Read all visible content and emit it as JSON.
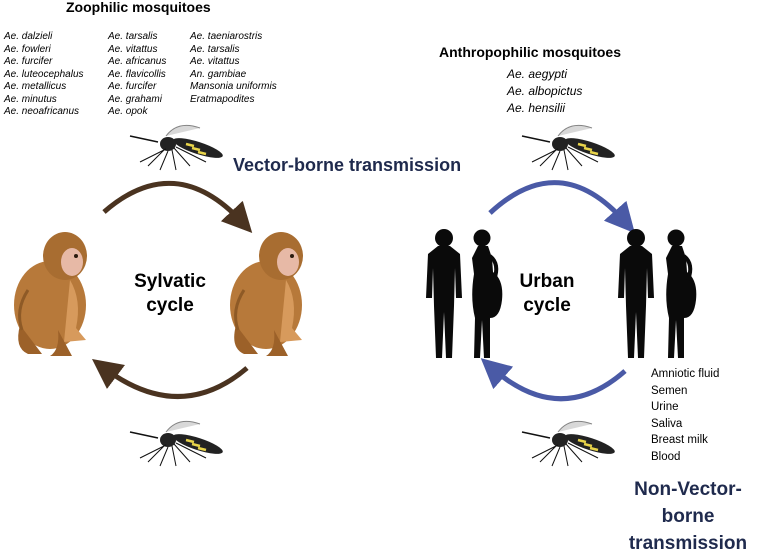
{
  "zoophilic": {
    "title": "Zoophilic mosquitoes",
    "col1": [
      "Ae. dalzieli",
      "Ae. fowleri",
      "Ae. furcifer",
      "Ae. luteocephalus",
      "Ae. metallicus",
      "Ae. minutus",
      "Ae. neoafricanus"
    ],
    "col2": [
      "Ae. tarsalis",
      "Ae. vitattus",
      "Ae. africanus",
      "Ae. flavicollis",
      "Ae. furcifer",
      "Ae. grahami",
      "Ae. opok"
    ],
    "col3": [
      "Ae. taeniarostris",
      "Ae. tarsalis",
      "Ae. vitattus",
      "An. gambiae",
      "Mansonia uniformis",
      "Eratmapodites"
    ]
  },
  "anthropophilic": {
    "title": "Anthropophilic mosquitoes",
    "species": [
      "Ae. aegypti",
      "Ae. albopictus",
      "Ae. hensilii"
    ]
  },
  "vector_transmission": "Vector-borne transmission",
  "sylvatic": {
    "line1": "Sylvatic",
    "line2": "cycle"
  },
  "urban": {
    "line1": "Urban",
    "line2": "cycle"
  },
  "fluids": [
    "Amniotic fluid",
    "Semen",
    "Urine",
    "Saliva",
    "Breast milk",
    "Blood"
  ],
  "nonvector": {
    "line1": "Non-Vector-",
    "line2": "borne",
    "line3": "transmission"
  },
  "colors": {
    "sylvatic_arrow": "#4a3320",
    "urban_arrow": "#4a5aa6",
    "heading_blue": "#1f2a4d",
    "monkey": "#b7793a",
    "silhouette": "#0a0a0a"
  }
}
